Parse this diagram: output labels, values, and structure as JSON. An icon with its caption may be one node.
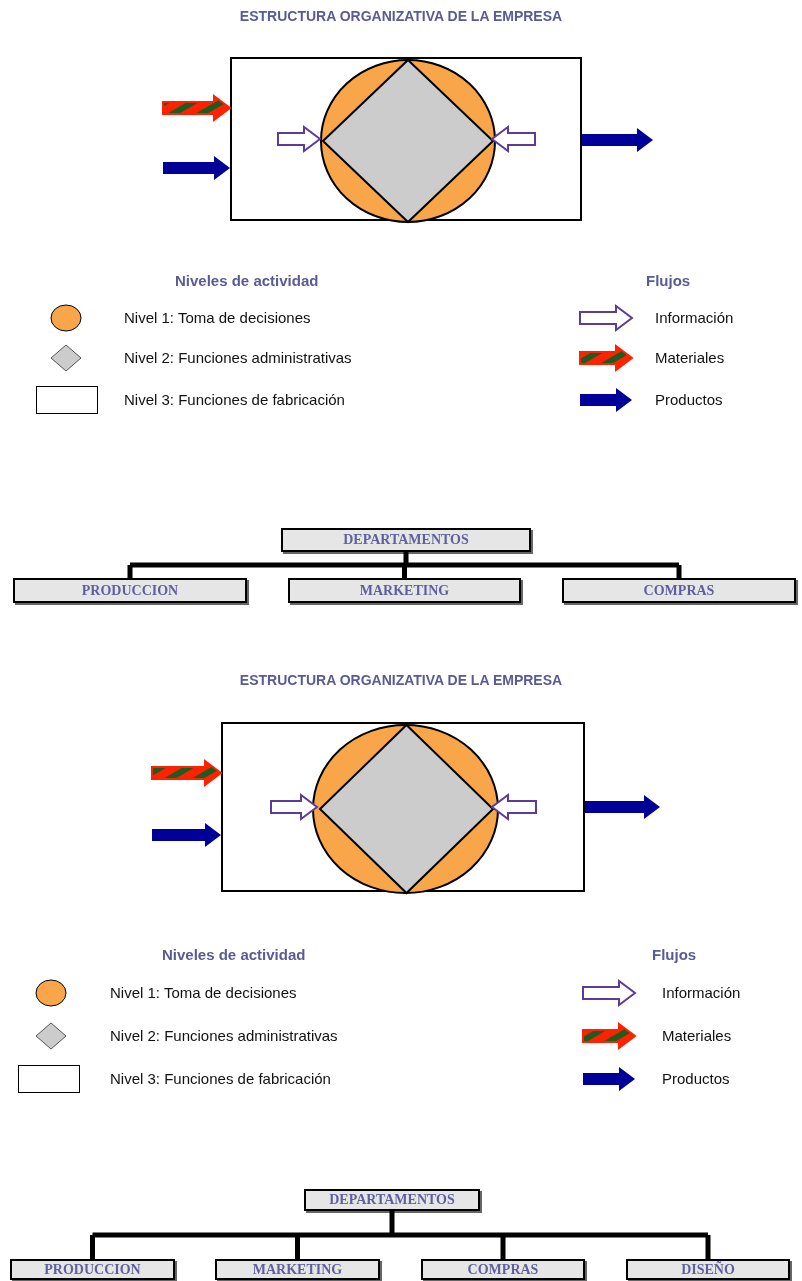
{
  "diagram": {
    "nodes": [
      {
        "text": [],
        "shape": "box"
      },
      {
        "text": [],
        "shape": "circle",
        "in": 0
      },
      {
        "text": [],
        "shape": "diamond",
        "in": 1
      },
      {
        "text": [
          "DEPARTAMENTOS"
        ]
      },
      {
        "text": [
          "PRODUCCION"
        ]
      },
      {
        "text": [
          "MARKETING"
        ]
      },
      {
        "text": [
          "COMPRAS"
        ]
      },
      {
        "text": [],
        "shape": "box"
      },
      {
        "text": [],
        "shape": "circle",
        "in": 7
      },
      {
        "text": [],
        "shape": "diamond",
        "in": 8
      },
      {
        "text": [
          "DEPARTAMENTOS"
        ]
      },
      {
        "text": [
          "PRODUCCION"
        ]
      },
      {
        "text": [
          "MARKETING"
        ]
      },
      {
        "text": [
          "COMPRAS"
        ]
      },
      {
        "text": [
          "DISEÑO"
        ]
      }
    ],
    "edges": [
      {
        "from": null,
        "to": 0,
        "arrow": "to",
        "style": "thick",
        "color": "#ff2200"
      },
      {
        "from": null,
        "to": 0,
        "arrow": "to",
        "style": "thick",
        "color": "#000099"
      },
      {
        "from": 0,
        "to": null,
        "arrow": "to",
        "style": "thick",
        "color": "#000099"
      },
      {
        "from": null,
        "to": 2,
        "arrow": "to",
        "style": "thick",
        "color": "#ffffff"
      },
      {
        "from": null,
        "to": 2,
        "arrow": "to",
        "style": "thick",
        "color": "#ffffff"
      },
      {
        "from": 3,
        "to": 4,
        "arrow": "none"
      },
      {
        "from": 3,
        "to": 5,
        "arrow": "none"
      },
      {
        "from": 3,
        "to": 6,
        "arrow": "none"
      },
      {
        "from": null,
        "to": 7,
        "arrow": "to",
        "style": "thick",
        "color": "#ff2200"
      },
      {
        "from": null,
        "to": 7,
        "arrow": "to",
        "style": "thick",
        "color": "#000099"
      },
      {
        "from": 7,
        "to": null,
        "arrow": "to",
        "style": "thick",
        "color": "#000099"
      },
      {
        "from": null,
        "to": 9,
        "arrow": "to",
        "style": "thick",
        "color": "#ffffff"
      },
      {
        "from": null,
        "to": 9,
        "arrow": "to",
        "style": "thick",
        "color": "#ffffff"
      },
      {
        "from": 10,
        "to": 11,
        "arrow": "none"
      },
      {
        "from": 10,
        "to": 12,
        "arrow": "none"
      },
      {
        "from": 10,
        "to": 13,
        "arrow": "none"
      },
      {
        "from": 10,
        "to": 14,
        "arrow": "none"
      }
    ],
    "labels": [
      "ESTRUCTURA ORGANIZATIVA DE LA EMPRESA",
      "Niveles de actividad",
      "Flujos",
      "ESTRUCTURA ORGANIZATIVA DE LA EMPRESA",
      "Niveles de actividad",
      "Flujos"
    ],
    "legend": [
      {
        "text": "Nivel 1: Toma de decisiones"
      },
      {
        "text": "Nivel 2: Funciones administrativas"
      },
      {
        "text": "Nivel 3: Funciones de fabricación"
      },
      {
        "text": "Información"
      },
      {
        "text": "Materiales"
      },
      {
        "text": "Productos"
      },
      {
        "text": "Nivel 1: Toma de decisiones"
      },
      {
        "text": "Nivel 2: Funciones administrativas"
      },
      {
        "text": "Nivel 3: Funciones de fabricación"
      },
      {
        "text": "Información"
      },
      {
        "text": "Materiales"
      },
      {
        "text": "Productos"
      }
    ]
  }
}
